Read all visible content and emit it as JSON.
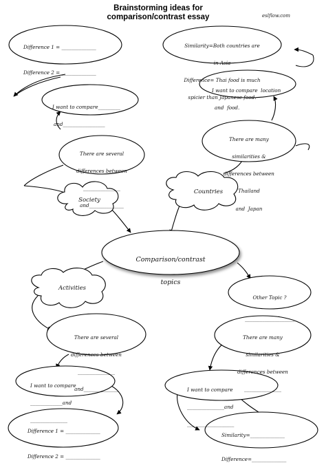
{
  "header": {
    "title_line1": "Brainstorming ideas for",
    "title_line2": "comparison/contrast essay",
    "site": "eslflow.com"
  },
  "center": {
    "line1": "Comparison/contrast",
    "line2": "topics"
  },
  "clouds": {
    "society": "Society",
    "countries": "Countries",
    "activities": "Activities"
  },
  "other_topic": {
    "label": "Other Topic ?",
    "blank": "____________________"
  },
  "society_branch": {
    "differences_top": {
      "line1": "Difference 1 = ______________",
      "line2": "Difference 2 = ______________"
    },
    "compare": {
      "line1": "I want to compare_________",
      "line2": "and_________________"
    },
    "several": {
      "line1": "There are several",
      "line2": "differences between",
      "line3": "_______________",
      "line4": "and______________"
    }
  },
  "countries_branch": {
    "similarity": {
      "line1": "Similarity=Both countries are",
      "line2": "in Asia",
      "line3": "Difference= Thai food is much",
      "line4": "spicier than Japanese food."
    },
    "compare": {
      "line1": "I want to compare  location",
      "line2": "and  food."
    },
    "similarities": {
      "line1": "There are many",
      "line2": "similarities &",
      "line3": "differences between",
      "line4": "Thailand",
      "line5": "and  Japan"
    }
  },
  "activities_branch": {
    "several": {
      "line1": "There are several",
      "line2": "differences between",
      "line3": "_______________",
      "line4": "and______________"
    },
    "compare": {
      "line1": "I want to compare",
      "line2": "_____________and",
      "line3": "_______________"
    },
    "differences_bottom": {
      "line1": "Difference 1 = ______________",
      "line2": "Difference 2 = ______________"
    }
  },
  "other_branch": {
    "similarities": {
      "line1": "There are many",
      "line2": "similarities &",
      "line3": "differences between",
      "line4": "_______________"
    },
    "compare": {
      "line1": "I want to compare",
      "line2": "_______________and",
      "line3": "___________________"
    },
    "sim_diff": {
      "line1": "Similarity=______________",
      "line2": "Difference=______________"
    }
  }
}
